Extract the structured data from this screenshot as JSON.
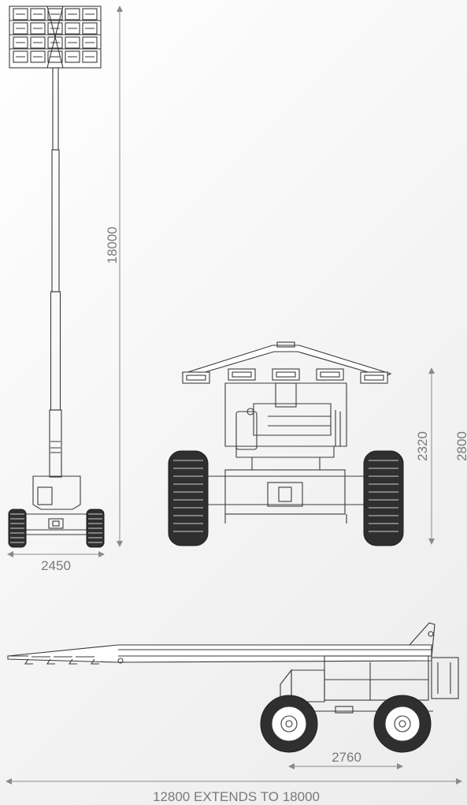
{
  "dimensions": {
    "mast_height": "18000",
    "front_width": "2450",
    "rear_height_lamps": "2320",
    "rear_height_total": "2800",
    "wheelbase": "2760",
    "length_note": "12800 EXTENDS TO 18000"
  }
}
